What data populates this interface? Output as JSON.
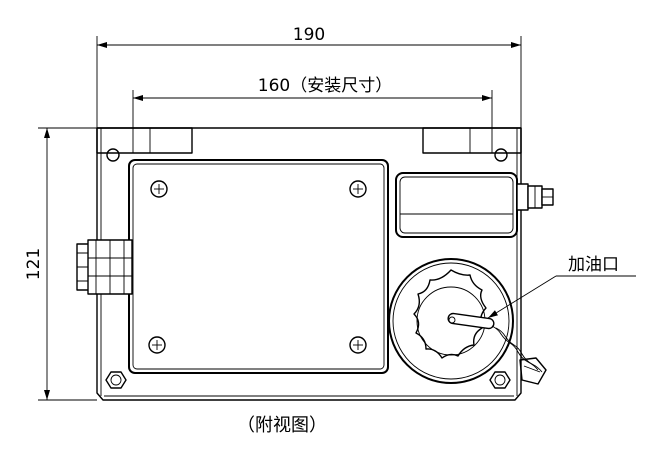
{
  "dimensions": {
    "overall_width": "190",
    "mount_width": "160（安装尺寸）",
    "height": "121"
  },
  "callouts": {
    "oil_fill_port": "加油口"
  },
  "caption": "（附视图）"
}
